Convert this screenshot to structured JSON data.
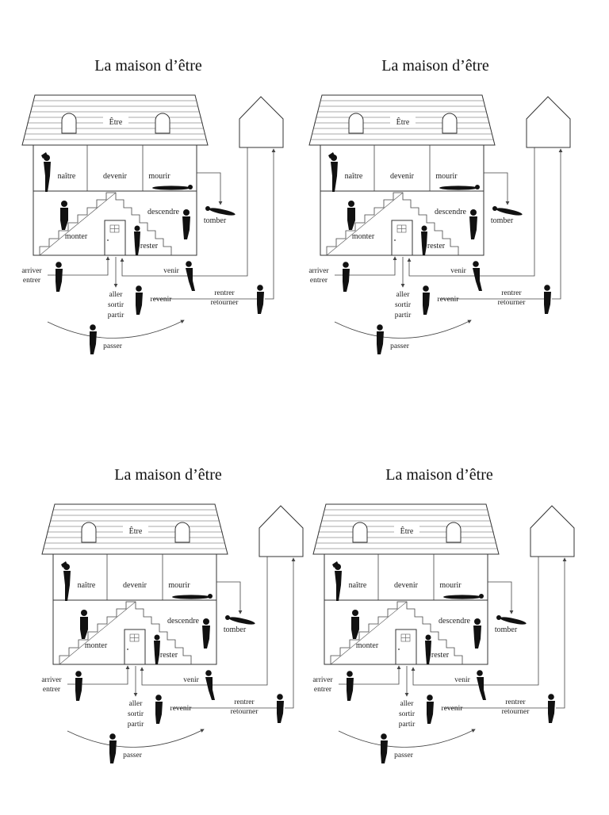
{
  "panels": [
    {
      "title": "La maison d’être",
      "roof_label": "Être",
      "verbs": {
        "naitre": "naître",
        "devenir": "devenir",
        "mourir": "mourir",
        "descendre": "descendre",
        "tomber": "tomber",
        "monter": "monter",
        "rester": "rester",
        "arriver": "arriver",
        "entrer": "entrer",
        "venir": "venir",
        "aller": "aller",
        "sortir": "sortir",
        "partir": "partir",
        "revenir": "revenir",
        "rentrer": "rentrer",
        "retourner": "retourner",
        "passer": "passer"
      }
    },
    {
      "title": "La maison d’être",
      "roof_label": "Être",
      "verbs": {
        "naitre": "naître",
        "devenir": "devenir",
        "mourir": "mourir",
        "descendre": "descendre",
        "tomber": "tomber",
        "monter": "monter",
        "rester": "rester",
        "arriver": "arriver",
        "entrer": "entrer",
        "venir": "venir",
        "aller": "aller",
        "sortir": "sortir",
        "partir": "partir",
        "revenir": "revenir",
        "rentrer": "rentrer",
        "retourner": "retourner",
        "passer": "passer"
      }
    },
    {
      "title": "La maison d’être",
      "roof_label": "Être",
      "verbs": {
        "naitre": "naître",
        "devenir": "devenir",
        "mourir": "mourir",
        "descendre": "descendre",
        "tomber": "tomber",
        "monter": "monter",
        "rester": "rester",
        "arriver": "arriver",
        "entrer": "entrer",
        "venir": "venir",
        "aller": "aller",
        "sortir": "sortir",
        "partir": "partir",
        "revenir": "revenir",
        "rentrer": "rentrer",
        "retourner": "retourner",
        "passer": "passer"
      }
    },
    {
      "title": "La maison d’être",
      "roof_label": "Être",
      "verbs": {
        "naitre": "naître",
        "devenir": "devenir",
        "mourir": "mourir",
        "descendre": "descendre",
        "tomber": "tomber",
        "monter": "monter",
        "rester": "rester",
        "arriver": "arriver",
        "entrer": "entrer",
        "venir": "venir",
        "aller": "aller",
        "sortir": "sortir",
        "partir": "partir",
        "revenir": "revenir",
        "rentrer": "rentrer",
        "retourner": "retourner",
        "passer": "passer"
      }
    }
  ]
}
